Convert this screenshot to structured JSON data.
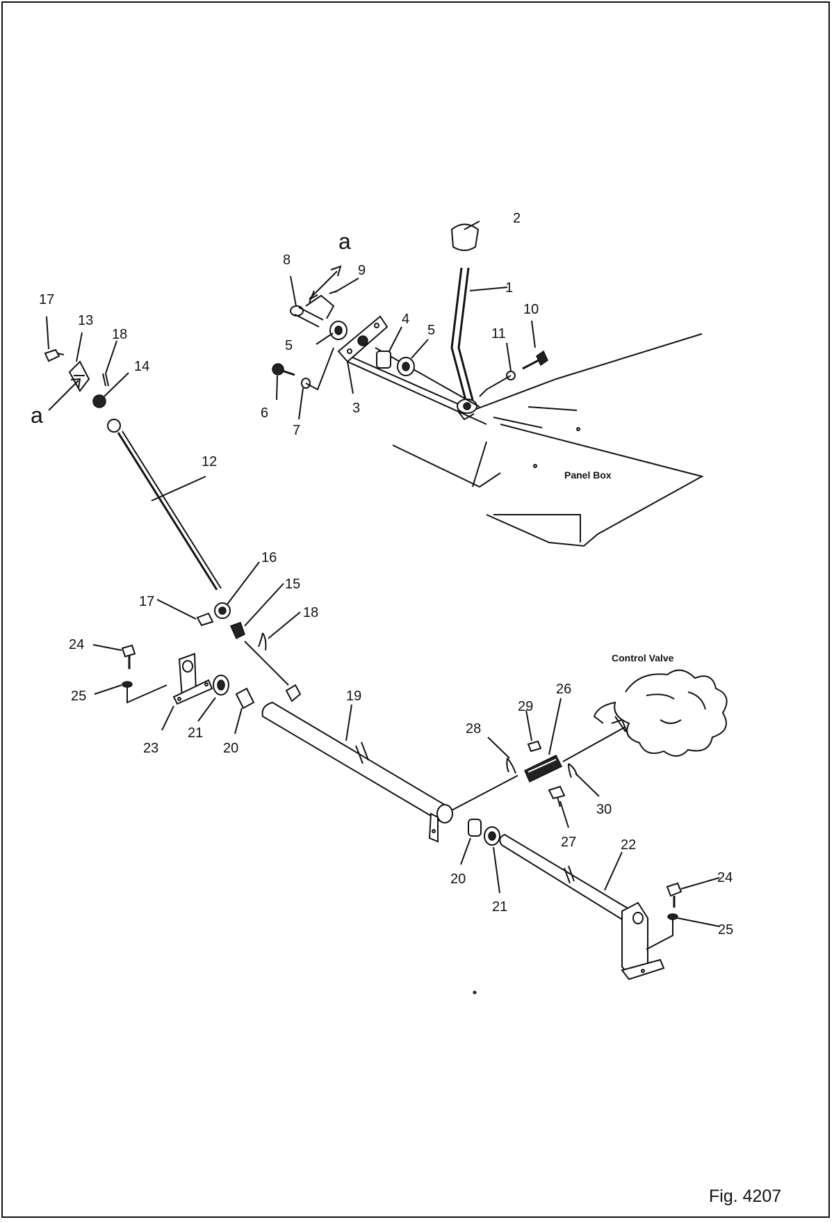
{
  "figure": {
    "caption": "Fig. 4207",
    "background_color": "#ffffff",
    "ink_color": "#111111"
  },
  "areas": {
    "panel_box": "Panel Box",
    "control_valve": "Control Valve"
  },
  "connectors": {
    "a_top": "a",
    "a_left": "a"
  },
  "callouts": {
    "c1": "1",
    "c2": "2",
    "c3": "3",
    "c4": "4",
    "c5a": "5",
    "c5b": "5",
    "c6": "6",
    "c7": "7",
    "c8": "8",
    "c9": "9",
    "c10": "10",
    "c11": "11",
    "c12": "12",
    "c13": "13",
    "c14": "14",
    "c15": "15",
    "c16": "16",
    "c17a": "17",
    "c17b": "17",
    "c18a": "18",
    "c18b": "18",
    "c19": "19",
    "c20a": "20",
    "c20b": "20",
    "c21a": "21",
    "c21b": "21",
    "c22": "22",
    "c23": "23",
    "c24a": "24",
    "c24b": "24",
    "c25a": "25",
    "c25b": "25",
    "c26": "26",
    "c27": "27",
    "c28": "28",
    "c29": "29",
    "c30": "30"
  }
}
